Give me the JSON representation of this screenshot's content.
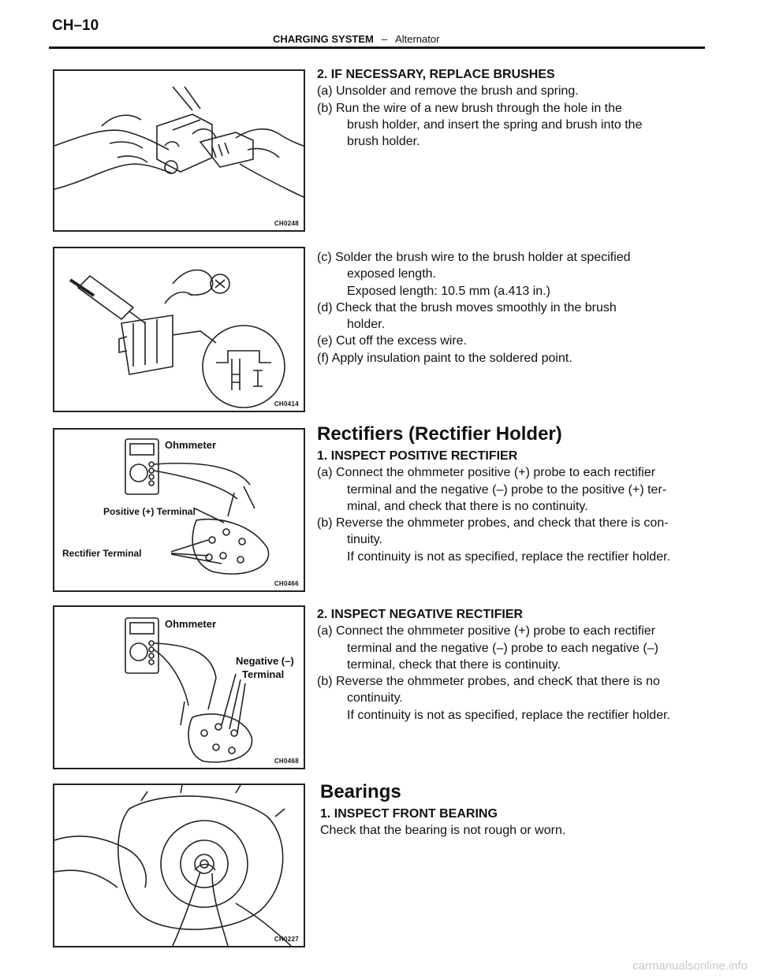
{
  "header": {
    "page_number": "CH–10",
    "section": "CHARGING SYSTEM",
    "separator": "–",
    "subsection": "Alternator"
  },
  "figures": {
    "brush": {
      "code": "CH0248"
    },
    "solder": {
      "code": "CH0414"
    },
    "positive": {
      "code": "CH0466",
      "labels": {
        "ohmmeter": "Ohmmeter",
        "positive_terminal": "Positive (+) Terminal",
        "rectifier_terminal": "Rectifier Terminal"
      }
    },
    "negative": {
      "code": "CH0468",
      "labels": {
        "ohmmeter": "Ohmmeter",
        "negative_line1": "Negative (–)",
        "negative_line2": "Terminal"
      }
    },
    "bearing": {
      "code": "CH0227"
    }
  },
  "sections": {
    "brushes": {
      "subhead": "2. IF NECESSARY, REPLACE BRUSHES",
      "a": "(a) Unsolder and remove the brush and spring.",
      "b1": "(b) Run the wire of a new brush through the hole in the",
      "b2": "brush holder, and insert the spring and brush into the",
      "b3": "brush holder."
    },
    "solder": {
      "c1": "(c) Solder the brush wire to the brush holder at specified",
      "c2": "exposed length.",
      "c3": "Exposed length: 10.5 mm (a.413 in.)",
      "d1": "(d) Check that the brush moves smoothly in the brush",
      "d2": "holder.",
      "e": "(e) Cut off the excess wire.",
      "f": "(f) Apply insulation paint to the soldered point."
    },
    "rectifiers": {
      "heading": "Rectifiers (Rectifier Holder)",
      "subhead": "1. INSPECT POSITIVE RECTIFIER",
      "a1": "(a) Connect the ohmmeter positive (+) probe to each rectifier",
      "a2": "terminal and the negative (–) probe to the positive (+) ter-",
      "a3": "minal, and check that there is no continuity.",
      "b1": "(b) Reverse the ohmmeter probes, and check that there is con-",
      "b2": "tinuity.",
      "b3": "If continuity is not as specified, replace the rectifier holder."
    },
    "negative": {
      "subhead": "2. INSPECT NEGATIVE RECTIFIER",
      "a1": "(a) Connect the ohmmeter positive (+) probe to each rectifier",
      "a2": "terminal and the negative (–) probe to each negative (–)",
      "a3": "terminal, check that there is continuity.",
      "b1": "(b) Reverse the ohmmeter probes, and checK that there is no",
      "b2": "continuity.",
      "b3": "If continuity is not as specified, replace the rectifier holder."
    },
    "bearings": {
      "heading": "Bearings",
      "subhead": "1. INSPECT FRONT BEARING",
      "text": "Check that the bearing is not rough or worn."
    }
  },
  "watermark": "carmanualsonline.info"
}
